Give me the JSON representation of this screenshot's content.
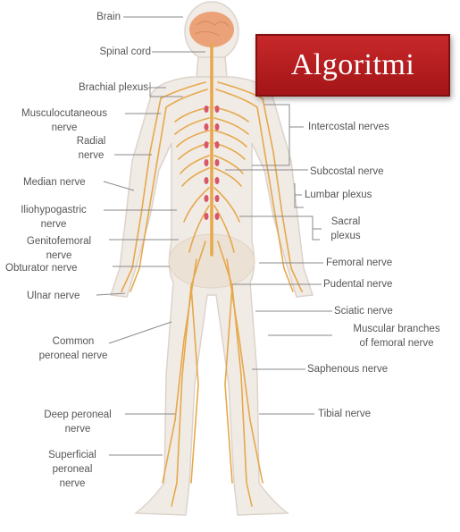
{
  "banner": {
    "text": "Algoritmi"
  },
  "labels": {
    "brain": "Brain",
    "spinal_cord": "Spinal cord",
    "brachial_plexus": "Brachial plexus",
    "musculocutaneous_1": "Musculocutaneous",
    "musculocutaneous_2": "nerve",
    "radial_1": "Radial",
    "radial_2": "nerve",
    "median": "Median nerve",
    "iliohypogastric_1": "Iliohypogastric",
    "iliohypogastric_2": "nerve",
    "genitofemoral_1": "Genitofemoral",
    "genitofemoral_2": "nerve",
    "obturator": "Obturator nerve",
    "ulnar": "Ulnar nerve",
    "common_peroneal_1": "Common",
    "common_peroneal_2": "peroneal nerve",
    "deep_peroneal_1": "Deep peroneal",
    "deep_peroneal_2": "nerve",
    "superficial_peroneal_1": "Superficial",
    "superficial_peroneal_2": "peroneal",
    "superficial_peroneal_3": "nerve",
    "intercostal": "Intercostal nerves",
    "subcostal": "Subcostal nerve",
    "lumbar_plexus": "Lumbar plexus",
    "sacral_1": "Sacral",
    "sacral_2": "plexus",
    "femoral": "Femoral nerve",
    "pudental": "Pudental nerve",
    "sciatic": "Sciatic nerve",
    "muscular_branches_1": "Muscular branches",
    "muscular_branches_2": "of femoral nerve",
    "saphenous": "Saphenous nerve",
    "tibial": "Tibial nerve"
  },
  "colors": {
    "body_fill": "#f1ebe6",
    "body_outline": "#dcd3cb",
    "brain": "#eca278",
    "nerve": "#e6a84a",
    "ganglion": "#d7566a",
    "leader_line": "#8a8a8a",
    "banner": "#b71c1c"
  }
}
